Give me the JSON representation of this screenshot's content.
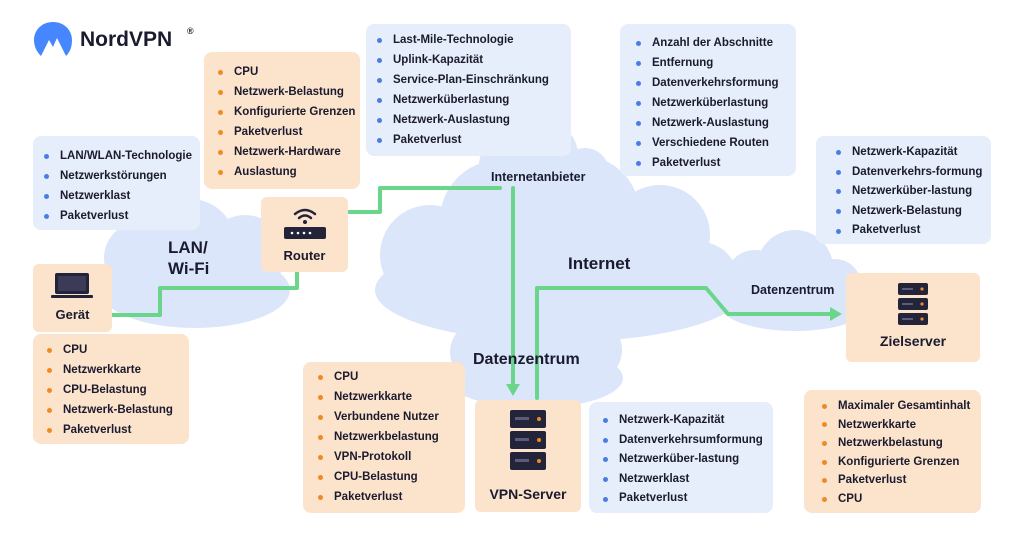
{
  "brand": {
    "name": "NordVPN",
    "registered": "®"
  },
  "clouds": {
    "lan_line1": "LAN/",
    "lan_line2": "Wi-Fi",
    "isp": "Internetanbieter",
    "internet": "Internet",
    "datacenter_mid": "Datenzentrum",
    "datacenter_right": "Datenzentrum"
  },
  "devices": {
    "device": "Gerät",
    "router": "Router",
    "vpn_server": "VPN-Server",
    "target_server": "Zielserver"
  },
  "lists": {
    "lan": [
      "LAN/WLAN-Technologie",
      "Netzwerkstörungen",
      "Netzwerklast",
      "Paketverlust"
    ],
    "router": [
      "CPU",
      "Netzwerk-Belastung",
      "Konfigurierte Grenzen",
      "Paketverlust",
      "Netzwerk-Hardware",
      "Auslastung"
    ],
    "isp": [
      "Last-Mile-Technologie",
      "Uplink-Kapazität",
      "Service-Plan-Einschränkung",
      "Netzwerküberlastung",
      "Netzwerk-Auslastung",
      "Paketverlust"
    ],
    "internet": [
      "Anzahl der Abschnitte",
      "Entfernung",
      "Datenverkehrsformung",
      "Netzwerküberlastung",
      "Netzwerk-Auslastung",
      "Verschiedene Routen",
      "Paketverlust"
    ],
    "datacenter_right": [
      "Netzwerk-Kapazität",
      "Datenverkehrs-formung",
      "Netzwerküber-lastung",
      "Netzwerk-Belastung",
      "Paketverlust"
    ],
    "device": [
      "CPU",
      "Netzwerkkarte",
      "CPU-Belastung",
      "Netzwerk-Belastung",
      "Paketverlust"
    ],
    "vpn_server_left": [
      "CPU",
      "Netzwerkkarte",
      "Verbundene Nutzer",
      "Netzwerkbelastung",
      "VPN-Protokoll",
      "CPU-Belastung",
      "Paketverlust"
    ],
    "vpn_server_right": [
      "Netzwerk-Kapazität",
      "Datenverkehrsumformung",
      "Netzwerküber-lastung",
      "Netzwerklast",
      "Paketverlust"
    ],
    "target": [
      "Maximaler Gesamtinhalt",
      "Netzwerkkarte",
      "Netzwerkbelastung",
      "Konfigurierte Grenzen",
      "Paketverlust",
      "CPU"
    ]
  },
  "colors": {
    "cloud": "#dbe6fb",
    "blue_box": "#e6eefb",
    "orange_box": "#fbe3cc",
    "connection": "#6bd68b",
    "brand_blue": "#4687ff",
    "text": "#1b1b2f"
  },
  "icons": {
    "logo": "nordvpn-mountain-logo",
    "device": "laptop-icon",
    "router": "router-icon",
    "vpn_server": "server-rack-icon",
    "target_server": "server-rack-icon"
  }
}
